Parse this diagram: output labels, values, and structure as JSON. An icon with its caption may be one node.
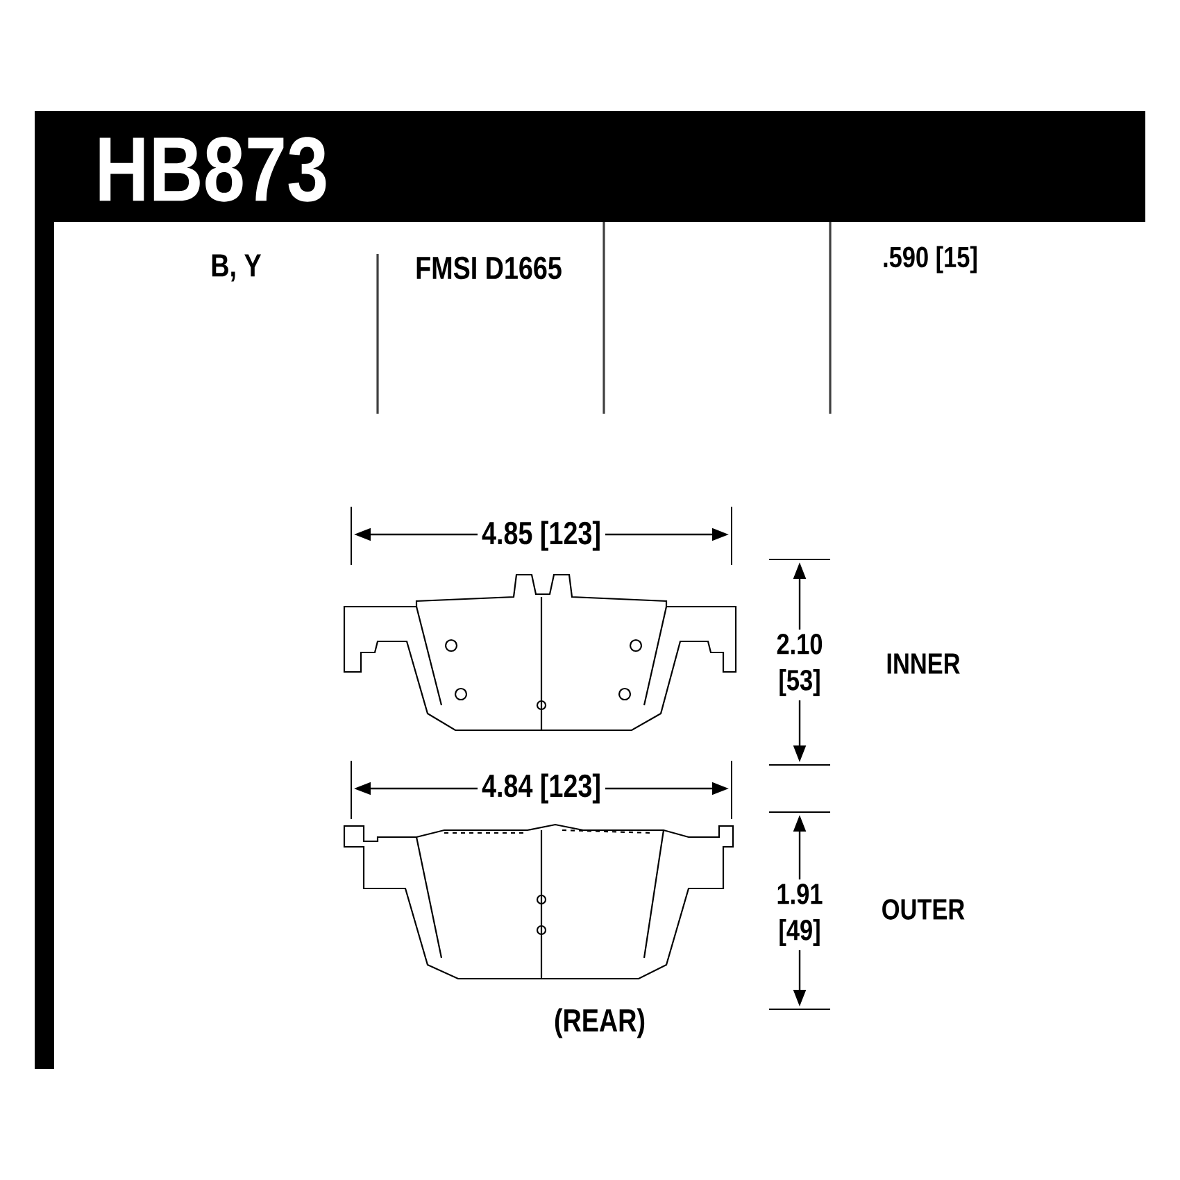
{
  "diagram": {
    "title": "HB873",
    "labels": [
      "B, Y",
      "FMSI D1665",
      ".590 [15]",
      "4.85 [123]",
      "2.10 [53]",
      "INNER",
      "4.84 [123]",
      "1.91 [49]",
      "OUTER",
      "(REAR)"
    ]
  }
}
